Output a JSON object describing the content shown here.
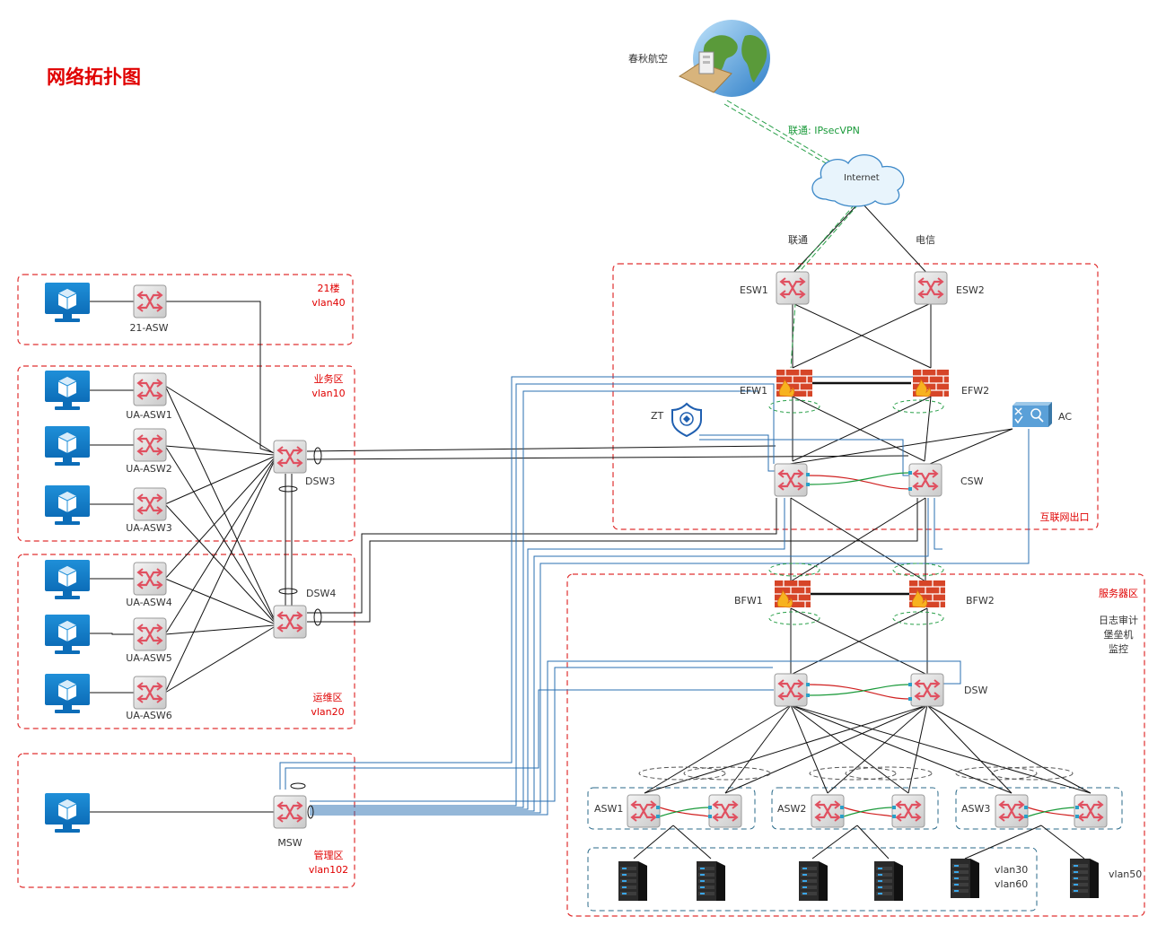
{
  "title": "网络拓扑图",
  "remote_site": "春秋航空",
  "vpn_label": "联通: IPsecVPN",
  "internet_label": "Internet",
  "isp": {
    "left": "联通",
    "right": "电信"
  },
  "zones": {
    "floor21": {
      "name": "21楼",
      "vlan": "vlan40"
    },
    "business": {
      "name": "业务区",
      "vlan": "vlan10"
    },
    "ops": {
      "name": "运维区",
      "vlan": "vlan20"
    },
    "mgmt": {
      "name": "管理区",
      "vlan": "vlan102"
    },
    "egress": {
      "name": "互联网出口"
    },
    "server": {
      "name": "服务器区",
      "notes": [
        "日志审计",
        "堡垒机",
        "监控"
      ]
    }
  },
  "devices": {
    "asw21": "21-ASW",
    "ua1": "UA-ASW1",
    "ua2": "UA-ASW2",
    "ua3": "UA-ASW3",
    "ua4": "UA-ASW4",
    "ua5": "UA-ASW5",
    "ua6": "UA-ASW6",
    "dsw3": "DSW3",
    "dsw4": "DSW4",
    "msw": "MSW",
    "esw1": "ESW1",
    "esw2": "ESW2",
    "efw1": "EFW1",
    "efw2": "EFW2",
    "csw": "CSW",
    "zt": "ZT",
    "ac": "AC",
    "bfw1": "BFW1",
    "bfw2": "BFW2",
    "dsw": "DSW",
    "asw1": "ASW1",
    "asw2": "ASW2",
    "asw3": "ASW3"
  },
  "server_vlans": {
    "a": "vlan30",
    "b": "vlan60",
    "c": "vlan50"
  }
}
